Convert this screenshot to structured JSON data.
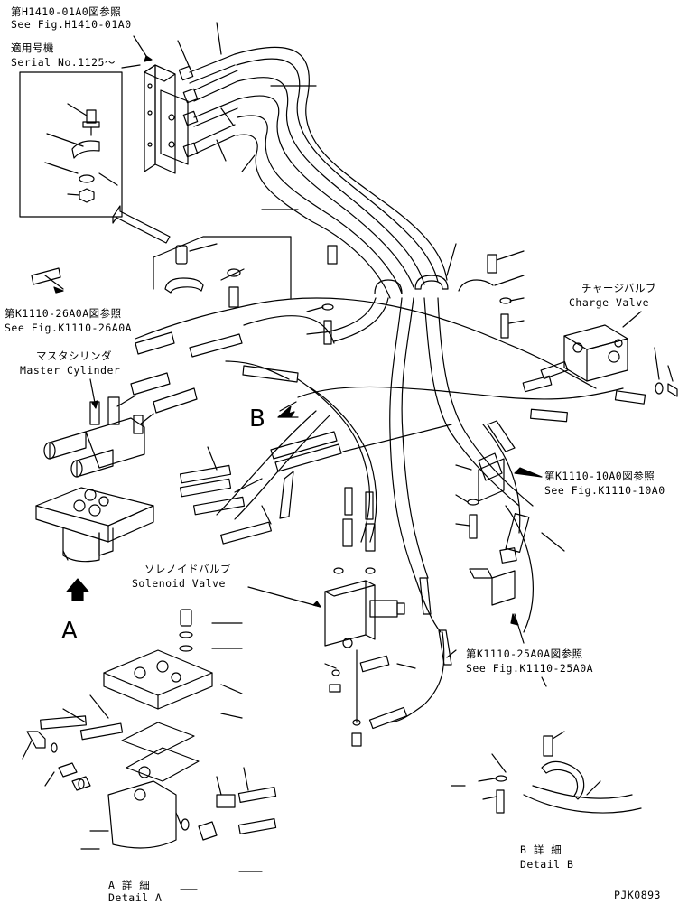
{
  "refs": {
    "h1410_jp": "第H1410-01A0図参照",
    "h1410_en": "See Fig.H1410-01A0",
    "k1110_26_jp": "第K1110-26A0A図参照",
    "k1110_26_en": "See Fig.K1110-26A0A",
    "k1110_10_jp": "第K1110-10A0図参照",
    "k1110_10_en": "See Fig.K1110-10A0",
    "k1110_25_jp": "第K1110-25A0A図参照",
    "k1110_25_en": "See Fig.K1110-25A0A"
  },
  "serial": {
    "jp": "適用号機",
    "en": "Serial No.1125～"
  },
  "components": {
    "master_cylinder_jp": "マスタシリンダ",
    "master_cylinder_en": "Master Cylinder",
    "charge_valve_jp": "チャージバルブ",
    "charge_valve_en": "Charge Valve",
    "solenoid_valve_jp": "ソレノイドバルブ",
    "solenoid_valve_en": "Solenoid Valve"
  },
  "details": {
    "marker_a": "A",
    "marker_b": "B",
    "detail_a_jp": "A 詳 細",
    "detail_a_en": "Detail A",
    "detail_b_jp": "B 詳 細",
    "detail_b_en": "Detail B"
  },
  "drawing_code": "PJK0893"
}
